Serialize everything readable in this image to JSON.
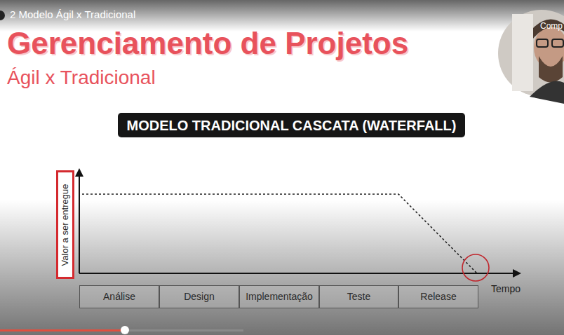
{
  "diagram": {
    "title": "Gerenciamento de Projetos",
    "nodes": [
      {
        "text": [
          "MODELO TRADICIONAL CASCATA (WATERFALL)"
        ]
      },
      {
        "text": [
          "Valor a ser entregue"
        ]
      },
      {
        "text": [
          "Análise"
        ]
      },
      {
        "text": [
          "Design"
        ]
      },
      {
        "text": [
          "Implementação"
        ]
      },
      {
        "text": [
          "Teste"
        ]
      },
      {
        "text": [
          "Release"
        ]
      }
    ],
    "labels": [
      "2 Modelo Ágil x Tradicional",
      "Ágil x Tradicional",
      "Tempo",
      "Comp"
    ]
  }
}
